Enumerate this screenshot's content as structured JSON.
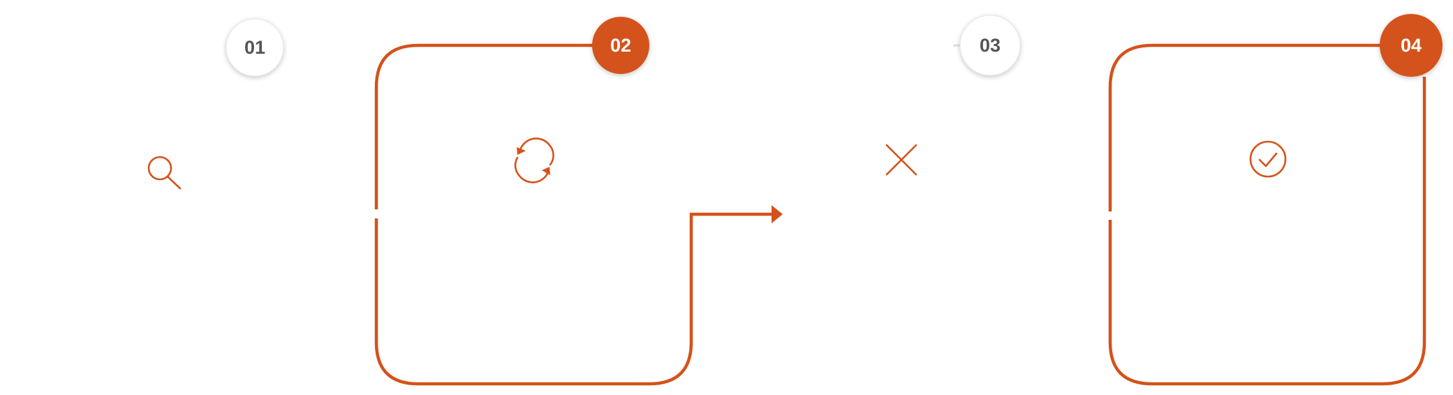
{
  "steps": [
    {
      "number": "01",
      "icon": "search-icon",
      "badge_style": "outline"
    },
    {
      "number": "02",
      "icon": "refresh-icon",
      "badge_style": "filled"
    },
    {
      "number": "03",
      "icon": "close-icon",
      "badge_style": "outline"
    },
    {
      "number": "04",
      "icon": "check-circle-icon",
      "badge_style": "filled"
    }
  ],
  "colors": {
    "accent": "#D4521A",
    "badge_outline_text": "#555555",
    "badge_filled_text": "#ffffff",
    "badge_outline_fill": "#ffffff"
  }
}
